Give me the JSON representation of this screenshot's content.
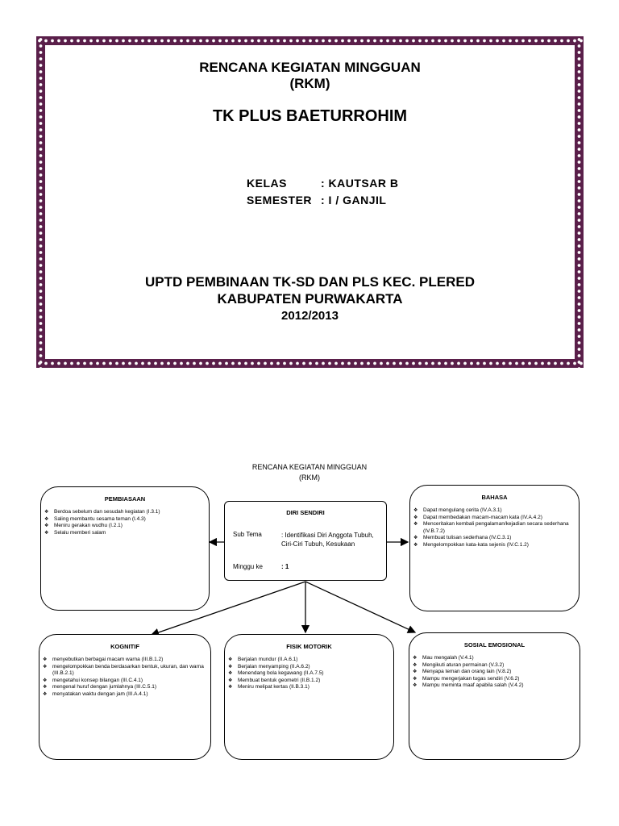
{
  "cover": {
    "title_line1": "RENCANA KEGIATAN MINGGUAN",
    "title_line2": "(RKM)",
    "school": "TK PLUS BAETURROHIM",
    "kelas_label": "KELAS",
    "kelas_value": ": KAUTSAR B",
    "semester_label": "SEMESTER",
    "semester_value": ": I / GANJIL",
    "org_line1": "UPTD PEMBINAAN TK-SD DAN PLS KEC. PLERED",
    "org_line2": "KABUPATEN PURWAKARTA",
    "year": "2012/2013"
  },
  "diagram": {
    "title_line1": "RENCANA KEGIATAN MINGGUAN",
    "title_line2": "(RKM)",
    "center": {
      "title": "DIRI SENDIRI",
      "subtema_label": "Sub Tema",
      "subtema_value": ": Identifikasi Diri Anggota Tubuh, Ciri-Ciri Tubuh, Kesukaan",
      "minggu_label": "Minggu ke",
      "minggu_value": ": 1"
    },
    "pembiasaan": {
      "title": "PEMBIASAAN",
      "items": [
        "Berdoa sebelum dan sesudah kegiatan (I.3.1)",
        "Saling membantu sesama teman (I.4.3)",
        "Meniru gerakan wudhu (I.2.1)",
        "Selalu memberi salam"
      ]
    },
    "bahasa": {
      "title": "BAHASA",
      "items": [
        "Dapat mengulang cerita (IV.A.3.1)",
        "Dapat membedakan macam-macam kata (IV.A.4.2)",
        "Menceritakan kembali pengalaman/kejadian secara sederhana (IV.B.7.2)",
        "Membuat tulisan sederhana (IV.C.3.1)",
        "Mengelompokkan kata-kata sejenis (IV.C.1.2)"
      ]
    },
    "kognitif": {
      "title": "KOGNITIF",
      "items": [
        "menyebutkan berbagai macam warna (III.B.1.2)",
        "mengelompokkan benda berdasarkan bentuk, ukuran, dan warna (III.B.2.1)",
        "mengetahui konsep bilangan (III.C.4.1)",
        "mengenal huruf dengan jumlahnya (III.C.5.1)",
        "menyatakan waktu dengan jam (III.A.4.1)"
      ]
    },
    "fisik": {
      "title": "FISIK MOTORIK",
      "items": [
        "Berjalan mundur (II.A.6.1)",
        "Berjalan menyamping (II.A.6.2)",
        "Menendang bola kegawang (II.A.7.5)",
        "Membuat bentuk geometri (II.B.1.2)",
        "Meniru melipat kertas (II.B.3.1)"
      ]
    },
    "sosial": {
      "title": "SOSIAL EMOSIONAL",
      "items": [
        "Mau mengalah (V.4.1)",
        "Mengikuti aturan permainan (V.3.2)",
        "Menyapa teman dan orang lain (V.8.2)",
        "Mampu mengerjakan tugas sendiri (V.6.2)",
        "Mampu meminta maaf apabila salah (V.4.2)"
      ]
    }
  }
}
